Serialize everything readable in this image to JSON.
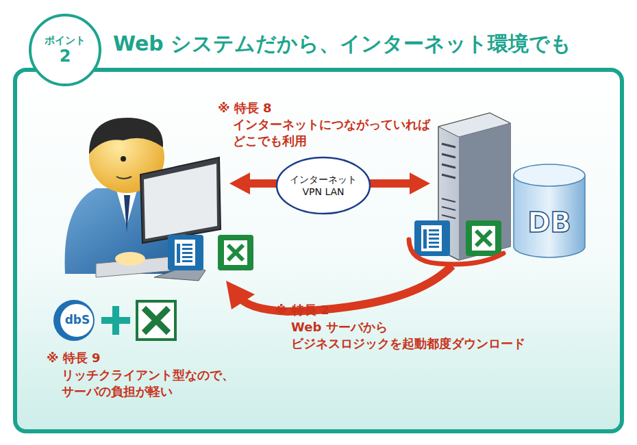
{
  "diagram": {
    "title": "Web システムだから、インターネット環境でも",
    "nodes": [
      {
        "text": [
          "ポイント",
          "2"
        ]
      },
      {
        "text": [
          "インターネット VPN LAN"
        ]
      },
      {
        "text": [
          "DB"
        ]
      }
    ],
    "labels": [
      "※ 特長 8",
      "インターネットにつながっていれば どこでも利用",
      "※ 特長 2",
      "Web サーバから ビジネスロジックを起動都度ダウンロード",
      "dbS",
      "※ 特長 9",
      "リッチクライアント型なので、 サーバの負担が軽い"
    ]
  }
}
